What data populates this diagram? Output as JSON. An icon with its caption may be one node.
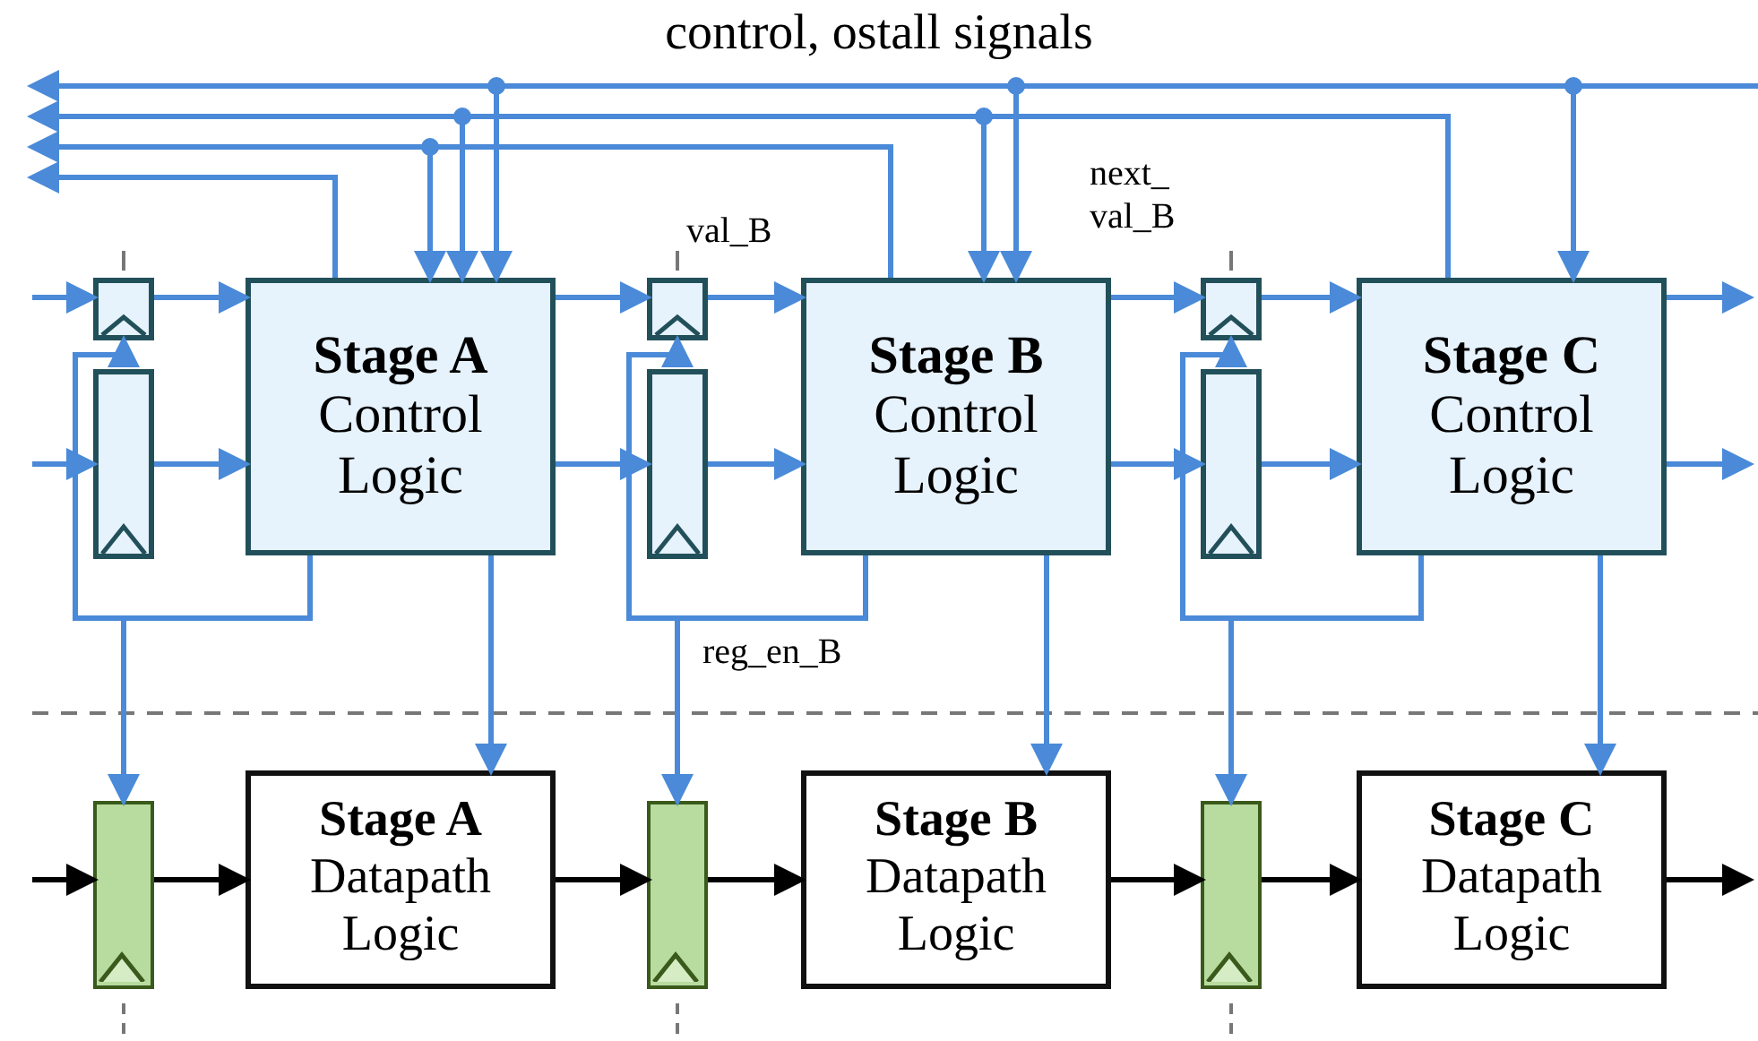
{
  "diagram": {
    "title": "control, ostall signals",
    "nodes": [
      {
        "text": [
          "Stage A",
          "Control Logic"
        ]
      },
      {
        "text": [
          "Stage B",
          "Control Logic"
        ]
      },
      {
        "text": [
          "Stage C",
          "Control Logic"
        ]
      },
      {
        "text": [
          "Stage A",
          "Datapath Logic"
        ]
      },
      {
        "text": [
          "Stage B",
          "Datapath Logic"
        ]
      },
      {
        "text": [
          "Stage C",
          "Datapath Logic"
        ]
      },
      {
        "text": [],
        "shape": "box"
      },
      {
        "text": [],
        "shape": "box"
      },
      {
        "text": [],
        "shape": "box"
      },
      {
        "text": [],
        "shape": "box"
      },
      {
        "text": [],
        "shape": "box"
      },
      {
        "text": [],
        "shape": "box"
      },
      {
        "text": [],
        "shape": "box"
      },
      {
        "text": [],
        "shape": "box"
      },
      {
        "text": [],
        "shape": "box"
      }
    ],
    "edges": [
      {
        "from": null,
        "to": 6,
        "arrow": "to"
      },
      {
        "from": 6,
        "to": 0,
        "arrow": "to"
      },
      {
        "from": null,
        "to": 9,
        "arrow": "to"
      },
      {
        "from": 9,
        "to": 0,
        "arrow": "to"
      },
      {
        "from": 0,
        "to": 7,
        "arrow": "to"
      },
      {
        "from": 0,
        "to": 10,
        "arrow": "to"
      },
      {
        "from": 7,
        "to": 1,
        "arrow": "to"
      },
      {
        "from": 10,
        "to": 1,
        "arrow": "to"
      },
      {
        "from": 1,
        "to": 8,
        "arrow": "to"
      },
      {
        "from": 1,
        "to": 11,
        "arrow": "to"
      },
      {
        "from": 8,
        "to": 2,
        "arrow": "to"
      },
      {
        "from": 11,
        "to": 2,
        "arrow": "to"
      },
      {
        "from": 2,
        "to": null,
        "arrow": "to"
      },
      {
        "from": 2,
        "to": null,
        "arrow": "to"
      },
      {
        "from": 0,
        "to": 6,
        "arrow": "to"
      },
      {
        "from": 0,
        "to": 12,
        "arrow": "to"
      },
      {
        "from": 1,
        "to": 7,
        "arrow": "to"
      },
      {
        "from": 1,
        "to": 13,
        "arrow": "to"
      },
      {
        "from": 2,
        "to": 8,
        "arrow": "to"
      },
      {
        "from": 2,
        "to": 14,
        "arrow": "to"
      },
      {
        "from": 0,
        "to": 3,
        "arrow": "to"
      },
      {
        "from": 1,
        "to": 4,
        "arrow": "to"
      },
      {
        "from": 2,
        "to": 5,
        "arrow": "to"
      },
      {
        "from": null,
        "to": 12,
        "arrow": "to",
        "color": "#000000"
      },
      {
        "from": 12,
        "to": 3,
        "arrow": "to",
        "color": "#000000"
      },
      {
        "from": 3,
        "to": 13,
        "arrow": "to",
        "color": "#000000"
      },
      {
        "from": 13,
        "to": 4,
        "arrow": "to",
        "color": "#000000"
      },
      {
        "from": 4,
        "to": 14,
        "arrow": "to",
        "color": "#000000"
      },
      {
        "from": 14,
        "to": 5,
        "arrow": "to",
        "color": "#000000"
      },
      {
        "from": 5,
        "to": null,
        "arrow": "to",
        "color": "#000000"
      },
      {
        "from": 0,
        "to": null,
        "arrow": "to"
      },
      {
        "from": 1,
        "to": null,
        "arrow": "to"
      },
      {
        "from": 1,
        "to": 0,
        "arrow": "to"
      },
      {
        "from": 2,
        "to": null,
        "arrow": "to"
      },
      {
        "from": 2,
        "to": 0,
        "arrow": "to"
      },
      {
        "from": 2,
        "to": 1,
        "arrow": "to"
      },
      {
        "from": null,
        "to": 0,
        "arrow": "to"
      },
      {
        "from": null,
        "to": 1,
        "arrow": "to"
      },
      {
        "from": null,
        "to": 2,
        "arrow": "to"
      }
    ],
    "labels": [
      "val_B",
      "next_ val_B",
      "reg_en_B"
    ]
  }
}
